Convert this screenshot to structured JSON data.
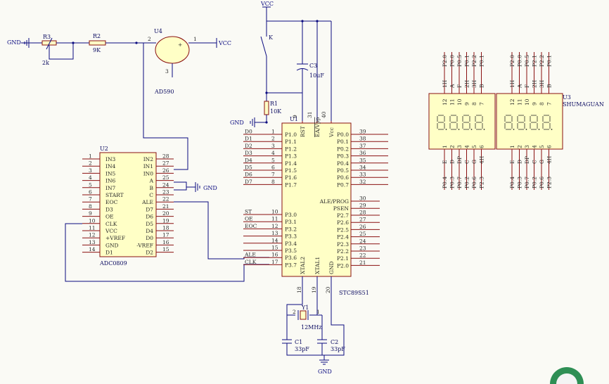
{
  "power": {
    "vcc": "VCC",
    "gnd": "GND"
  },
  "r3": {
    "ref": "R3",
    "value": "2k"
  },
  "r2": {
    "ref": "R2",
    "value": "9K"
  },
  "r1": {
    "ref": "R1",
    "value": "10K"
  },
  "u4": {
    "ref": "U4",
    "part": "AD590",
    "pins": [
      "2",
      "1",
      "3",
      "+"
    ]
  },
  "k": {
    "ref": "K"
  },
  "c3": {
    "ref": "C3",
    "value": "10uF"
  },
  "c1": {
    "ref": "C1",
    "value": "33pF"
  },
  "c2": {
    "ref": "C2",
    "value": "33pF"
  },
  "y1": {
    "ref": "Y1",
    "value": "12MHz",
    "pins": [
      "2",
      "1"
    ]
  },
  "u2": {
    "ref": "U2",
    "part": "ADC0809",
    "left": [
      [
        "1",
        "IN3"
      ],
      [
        "2",
        "IN4"
      ],
      [
        "3",
        "IN5"
      ],
      [
        "4",
        "IN6"
      ],
      [
        "5",
        "IN7"
      ],
      [
        "6",
        "START"
      ],
      [
        "7",
        "EOC"
      ],
      [
        "8",
        "D3"
      ],
      [
        "9",
        "OE"
      ],
      [
        "10",
        "CLK"
      ],
      [
        "11",
        "VCC"
      ],
      [
        "12",
        "+VREF"
      ],
      [
        "13",
        "GND"
      ],
      [
        "14",
        "D1"
      ]
    ],
    "right": [
      [
        "28",
        "IN2"
      ],
      [
        "27",
        "IN1"
      ],
      [
        "26",
        "IN0"
      ],
      [
        "25",
        "A"
      ],
      [
        "24",
        "B"
      ],
      [
        "23",
        "C"
      ],
      [
        "22",
        "ALE"
      ],
      [
        "21",
        "D7"
      ],
      [
        "20",
        "D6"
      ],
      [
        "19",
        "D5"
      ],
      [
        "18",
        "D4"
      ],
      [
        "17",
        "D0"
      ],
      [
        "16",
        "-VREF"
      ],
      [
        "15",
        "D2"
      ]
    ]
  },
  "u1": {
    "ref": "U1",
    "part": "STC89S51",
    "top": [
      [
        "9",
        "RST"
      ],
      [
        "31",
        "EA/Vpp"
      ],
      [
        "40",
        "Vcc"
      ]
    ],
    "bottom": [
      [
        "18",
        "XTAL2"
      ],
      [
        "19",
        "XTAL1"
      ],
      [
        "20",
        "GND"
      ]
    ],
    "p1": [
      [
        "1",
        "P1.0",
        "D0"
      ],
      [
        "2",
        "P1.1",
        "D1"
      ],
      [
        "3",
        "P1.2",
        "D2"
      ],
      [
        "4",
        "P1.3",
        "D3"
      ],
      [
        "5",
        "P1.4",
        "D4"
      ],
      [
        "6",
        "P1.5",
        "D5"
      ],
      [
        "7",
        "P1.6",
        "D6"
      ],
      [
        "8",
        "P1.7",
        "D7"
      ]
    ],
    "p0": [
      [
        "39",
        "P0.0"
      ],
      [
        "38",
        "P0.1"
      ],
      [
        "37",
        "P0.2"
      ],
      [
        "36",
        "P0.3"
      ],
      [
        "35",
        "P0.4"
      ],
      [
        "34",
        "P0.5"
      ],
      [
        "33",
        "P0.6"
      ],
      [
        "32",
        "P0.7"
      ]
    ],
    "mid": [
      [
        "30",
        "ALE/PROG"
      ],
      [
        "29",
        "PSEN"
      ]
    ],
    "p2": [
      [
        "28",
        "P2.7"
      ],
      [
        "27",
        "P2.6"
      ],
      [
        "26",
        "P2.5"
      ],
      [
        "25",
        "P2.4"
      ],
      [
        "24",
        "P2.3"
      ],
      [
        "23",
        "P2.2"
      ],
      [
        "22",
        "P2.1"
      ],
      [
        "21",
        "P2.0"
      ]
    ],
    "p3": [
      [
        "10",
        "P3.0",
        "ST"
      ],
      [
        "11",
        "P3.1",
        "OE"
      ],
      [
        "12",
        "P3.2",
        "EOC"
      ],
      [
        "13",
        "P3.3",
        ""
      ],
      [
        "14",
        "P3.4",
        ""
      ],
      [
        "15",
        "P3.5",
        ""
      ],
      [
        "16",
        "P3.6",
        "ALE"
      ],
      [
        "17",
        "P3.7",
        "CLK"
      ]
    ]
  },
  "u3": {
    "ref": "U3",
    "part": "SHUMAGUAN",
    "blocks": [
      {
        "topnets": [
          "P2.0",
          "P0.0",
          "P0.5",
          "P0.1",
          "P2.2",
          "P0.1"
        ],
        "topfuncs": [
          "1H",
          "A",
          "F",
          "2H",
          "3H",
          "B"
        ],
        "topnums": [
          "12",
          "11",
          "10",
          "9",
          "8",
          "7"
        ],
        "botnums": [
          "1",
          "2",
          "3",
          "4",
          "5",
          "6"
        ],
        "botfuncs": [
          "E",
          "D",
          "DP",
          "C",
          "G",
          "4H"
        ],
        "botnets": [
          "P0.4",
          "P0.3",
          "P0.7",
          "P0.2",
          "P0.6",
          "P2.3"
        ]
      },
      {
        "topnets": [
          "P2.0",
          "P0.0",
          "P0.5",
          "P2.1",
          "P2.2",
          "P0.1"
        ],
        "topfuncs": [
          "1H",
          "A",
          "F",
          "2H",
          "3H",
          "B"
        ],
        "topnums": [
          "12",
          "11",
          "10",
          "9",
          "8",
          "7"
        ],
        "botnums": [
          "1",
          "2",
          "3",
          "4",
          "5",
          "6"
        ],
        "botfuncs": [
          "E",
          "D",
          "DP",
          "C",
          "G",
          "4H"
        ],
        "botnets": [
          "P0.4",
          "P0.3",
          "P0.7",
          "P0.2",
          "P0.6",
          "P2.3"
        ]
      }
    ]
  }
}
